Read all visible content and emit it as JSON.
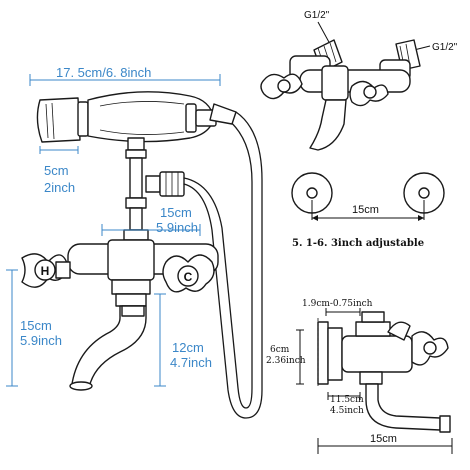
{
  "faucet": {
    "width_label": "17. 5cm/6. 8inch",
    "handset_cm": "5cm",
    "handset_in": "2inch",
    "center_cm": "15cm",
    "center_in": "5.9inch",
    "hot_mark": "H",
    "cold_mark": "C",
    "height_cm": "15cm",
    "height_in": "5.9inch",
    "spout_cm": "12cm",
    "spout_in": "4.7inch"
  },
  "inlets": {
    "thread_left": "G1/2\"",
    "thread_right": "G1/2\""
  },
  "mount": {
    "spacing_label": "15cm",
    "adjustable_label": "5. 1-6. 3inch adjustable"
  },
  "side_view": {
    "top_label": "1.9cm-0.75inch",
    "height_cm": "6cm",
    "height_in": "2.36inch",
    "depth_cm": "11.5cm",
    "depth_in": "4.5inch",
    "reach_label": "15cm"
  },
  "colors": {
    "dimension_blue": "#3b87c8",
    "outline": "#1a1a1a"
  }
}
